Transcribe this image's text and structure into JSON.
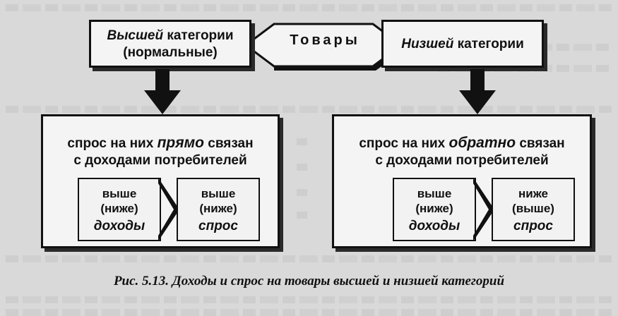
{
  "top_left": {
    "emph": "Высшей",
    "rest": " категории",
    "line2": "(нормальные)"
  },
  "top_center": {
    "label": "Товары"
  },
  "top_right": {
    "emph": "Низшей",
    "rest": " категории"
  },
  "left_panel": {
    "line1_pre": "спрос на них ",
    "line1_emph": "прямо",
    "line1_post": " связан",
    "line2": "с доходами потребителей",
    "cause": {
      "line1": "выше",
      "line2": "(ниже)",
      "label": "доходы"
    },
    "effect": {
      "line1": "выше",
      "line2": "(ниже)",
      "label": "спрос"
    }
  },
  "right_panel": {
    "line1_pre": "спрос на них ",
    "line1_emph": "обратно",
    "line1_post": " связан",
    "line2": "с доходами потребителей",
    "cause": {
      "line1": "выше",
      "line2": "(ниже)",
      "label": "доходы"
    },
    "effect": {
      "line1": "ниже",
      "line2": "(выше)",
      "label": "спрос"
    }
  },
  "caption": "Рис. 5.13. Доходы и спрос на товары высшей и низшей категорий"
}
